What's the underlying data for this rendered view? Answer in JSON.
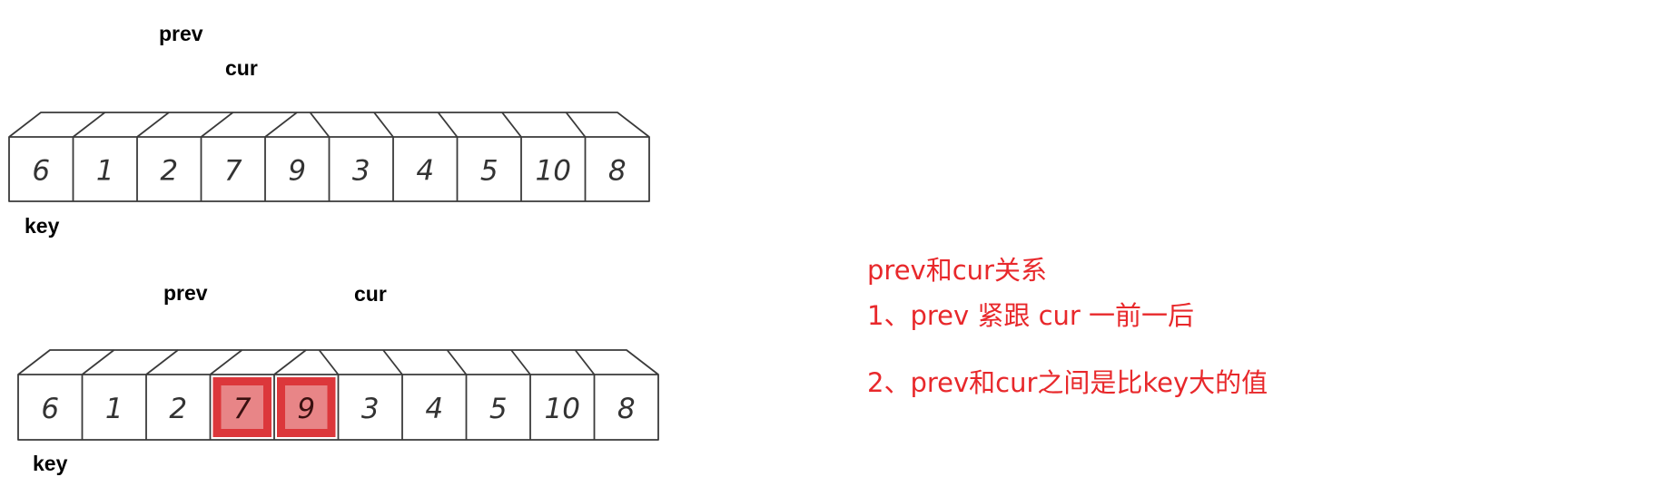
{
  "array1": {
    "values": [
      "6",
      "1",
      "2",
      "7",
      "9",
      "3",
      "4",
      "5",
      "10",
      "8"
    ],
    "highlighted": [],
    "prev_label": "prev",
    "cur_label": "cur",
    "key_label": "key"
  },
  "array2": {
    "values": [
      "6",
      "1",
      "2",
      "7",
      "9",
      "3",
      "4",
      "5",
      "10",
      "8"
    ],
    "highlighted": [
      3,
      4
    ],
    "prev_label": "prev",
    "cur_label": "cur",
    "key_label": "key"
  },
  "notes": {
    "title": "prev和cur关系",
    "line1": "1、prev 紧跟 cur 一前一后",
    "line2": "2、prev和cur之间是比key大的值"
  },
  "colors": {
    "note_text": "#e8282b",
    "highlight": "#d9262a",
    "stroke": "#3a3a3a"
  }
}
